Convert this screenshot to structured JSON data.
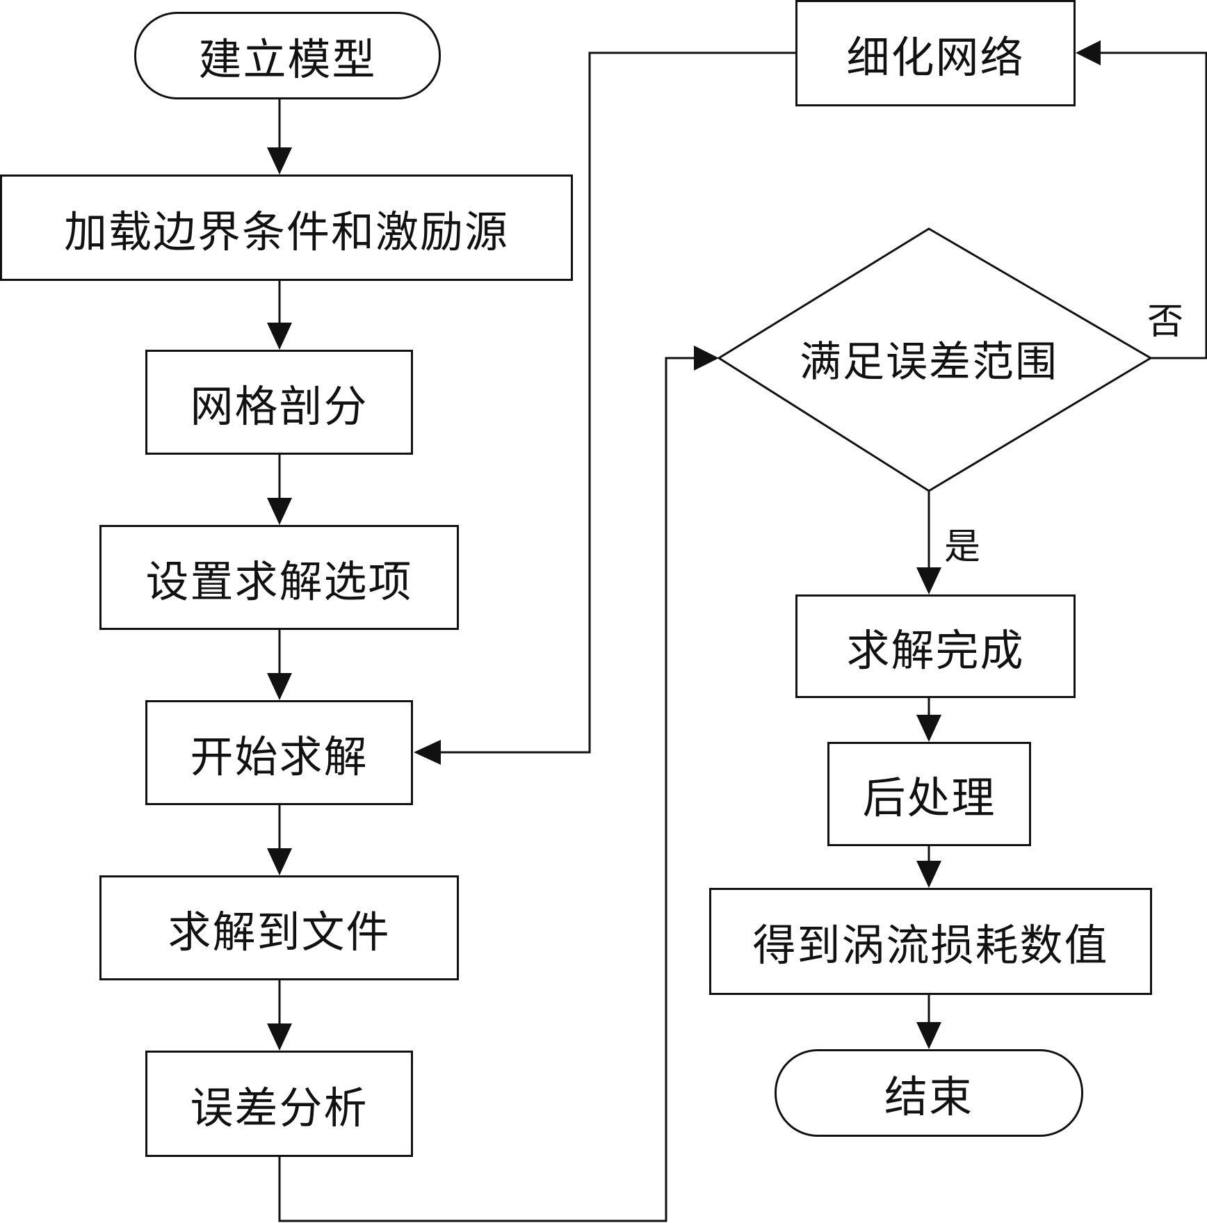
{
  "nodes": {
    "build_model": "建立模型",
    "load_conditions": "加载边界条件和激励源",
    "mesh": "网格剖分",
    "solve_options": "设置求解选项",
    "start_solve": "开始求解",
    "solve_to_file": "求解到文件",
    "error_analysis": "误差分析",
    "refine_mesh": "细化网络",
    "decision": "满足误差范围",
    "solve_done": "求解完成",
    "post_process": "后处理",
    "eddy_loss": "得到涡流损耗数值",
    "end": "结束"
  },
  "edges": {
    "yes": "是",
    "no": "否"
  },
  "colors": {
    "stroke": "#111111",
    "background": "#ffffff"
  }
}
